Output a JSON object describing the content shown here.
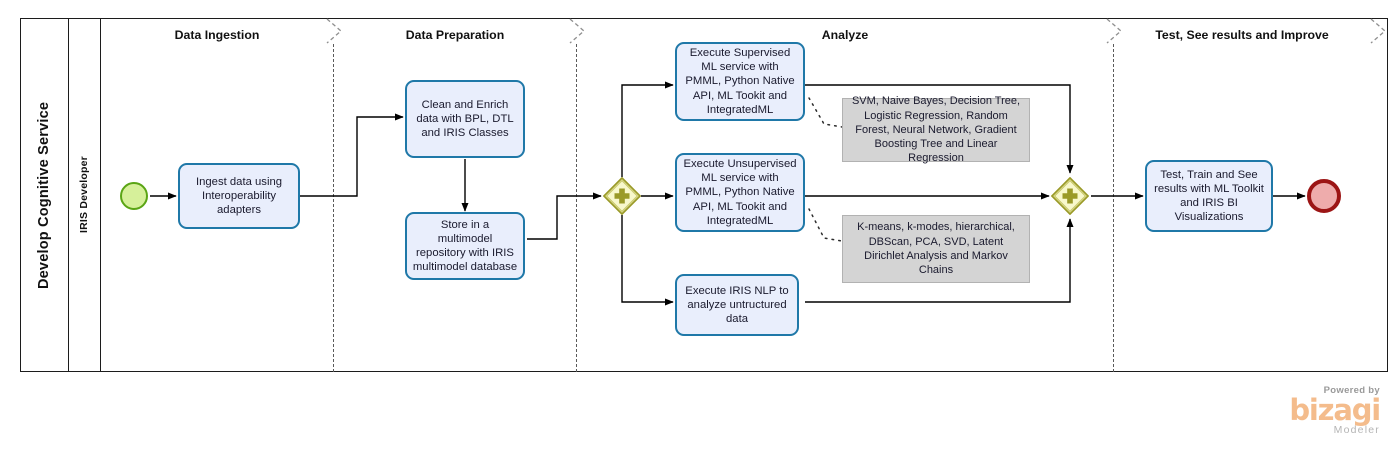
{
  "pool": {
    "label": "Develop Cognitive Service"
  },
  "lanes": [
    {
      "label": "IRIS Developer"
    }
  ],
  "phases": [
    {
      "title": "Data Ingestion"
    },
    {
      "title": "Data Preparation"
    },
    {
      "title": "Analyze"
    },
    {
      "title": "Test, See results and  Improve"
    }
  ],
  "events": {
    "start": {
      "name": "start-event",
      "color": "#d6f09a",
      "border": "#5aa515"
    },
    "end": {
      "name": "end-event",
      "color": "#eeacac",
      "border": "#9c1515"
    }
  },
  "gateways": [
    {
      "name": "parallel-gateway-split",
      "type": "parallel",
      "fill": "#f7f7c8",
      "stroke": "#9a9a28",
      "marker": "+"
    },
    {
      "name": "parallel-gateway-join",
      "type": "parallel",
      "fill": "#f7f7c8",
      "stroke": "#9a9a28",
      "marker": "+"
    }
  ],
  "tasks": [
    {
      "id": "ingest",
      "label": "Ingest data using Interoperability adapters"
    },
    {
      "id": "clean",
      "label": "Clean and Enrich data with BPL, DTL and IRIS Classes"
    },
    {
      "id": "store",
      "label": "Store in a multimodel repository with IRIS multimodel database"
    },
    {
      "id": "supervised",
      "label": "Execute Supervised ML service with PMML, Python Native API, ML Tookit and IntegratedML"
    },
    {
      "id": "unsupervised",
      "label": "Execute Unsupervised ML service with PMML, Python Native API, ML Tookit and IntegratedML"
    },
    {
      "id": "nlp",
      "label": "Execute IRIS NLP to analyze untructured data"
    },
    {
      "id": "test",
      "label": "Test, Train and See results with ML Toolkit and IRIS BI Visualizations"
    }
  ],
  "annotations": [
    {
      "id": "supervised-algos",
      "label": "SVM,  Naive Bayes,  Decision Tree, Logistic Regression, Random Forest, Neural Network, Gradient Boosting Tree and Linear Regression"
    },
    {
      "id": "unsupervised-algos",
      "label": "K-means, k-modes,  hierarchical, DBScan, PCA, SVD, Latent Dirichlet Analysis and Markov Chains"
    }
  ],
  "brand": {
    "powered": "Powered by",
    "name": "bizagi",
    "sub": "Modeler",
    "color": "#f4bc8c"
  }
}
